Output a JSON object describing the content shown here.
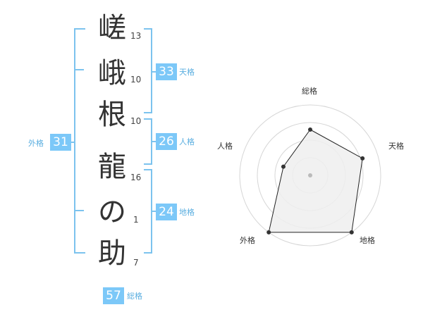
{
  "name_chars": [
    {
      "char": "嵯",
      "strokes": "13"
    },
    {
      "char": "峨",
      "strokes": "10"
    },
    {
      "char": "根",
      "strokes": "10"
    },
    {
      "char": "龍",
      "strokes": "16"
    },
    {
      "char": "の",
      "strokes": "1"
    },
    {
      "char": "助",
      "strokes": "7"
    }
  ],
  "fortune": {
    "tenkaku": {
      "value": "33",
      "label": "天格"
    },
    "jinkaku": {
      "value": "26",
      "label": "人格"
    },
    "chikaku": {
      "value": "24",
      "label": "地格"
    },
    "gaikaku": {
      "value": "31",
      "label": "外格"
    },
    "soukaku": {
      "value": "57",
      "label": "総格"
    }
  },
  "chart_data": {
    "type": "radar",
    "axes": [
      "総格",
      "天格",
      "地格",
      "外格",
      "人格"
    ],
    "values": [
      0.65,
      0.78,
      1.0,
      1.0,
      0.4
    ],
    "rings": 4,
    "colors": {
      "fill": "#efefef",
      "line": "#222222",
      "grid": "#d6d6d6",
      "point": "#333333",
      "center": "#bbbbbb"
    }
  },
  "colors": {
    "accent": "#7cc8f8",
    "bracket": "#7cc3ee"
  }
}
